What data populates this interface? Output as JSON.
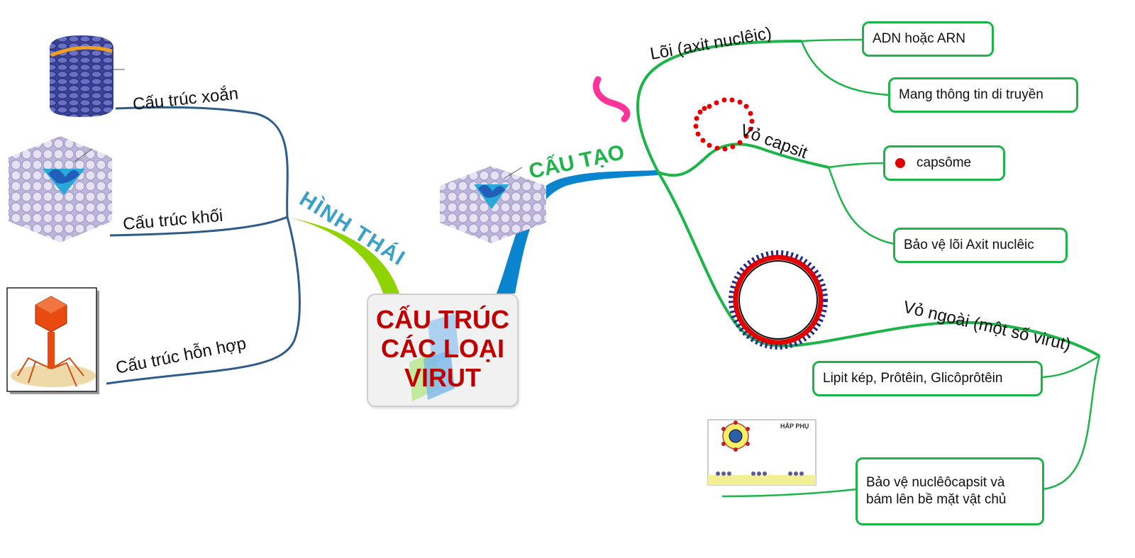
{
  "central": {
    "title": "CẤU TRÚC\nCÁC LOẠI\nVIRUT"
  },
  "branches": {
    "hinh_thai": {
      "label": "HÌNH THÁI",
      "items": [
        "Cấu trúc xoắn",
        "Cấu trúc khối",
        "Cấu  trúc hỗn hợp"
      ]
    },
    "cau_tao": {
      "label": "CẤU TẠO",
      "loi": {
        "label": "Lõi (axit nuclêic)",
        "details": [
          "ADN hoặc ARN",
          "Mang thông tin di truyền"
        ]
      },
      "vo_capsit": {
        "label": "Vỏ capsit",
        "details": [
          "capsôme",
          "Bảo vệ lõi Axit nuclêic"
        ]
      },
      "vo_ngoai": {
        "label": "Vỏ ngoài (một số virut)",
        "details": [
          "Lipit kép, Prôtêin, Glicôprôtêin",
          "Bảo vệ nuclêôcapsit và\nbám lên bề mặt vật chủ"
        ]
      }
    }
  },
  "thumbnail": {
    "caption": "HẤP PHỤ"
  },
  "colors": {
    "title_red": "#c00000",
    "green_branch": "#1db54a",
    "blue_branch": "#0a84cf",
    "lime_branch": "#8fd400",
    "navy_branch": "#2e5c8a",
    "hinh_thai_text": "#3aa0c8",
    "magenta_mark": "#ff3399"
  }
}
